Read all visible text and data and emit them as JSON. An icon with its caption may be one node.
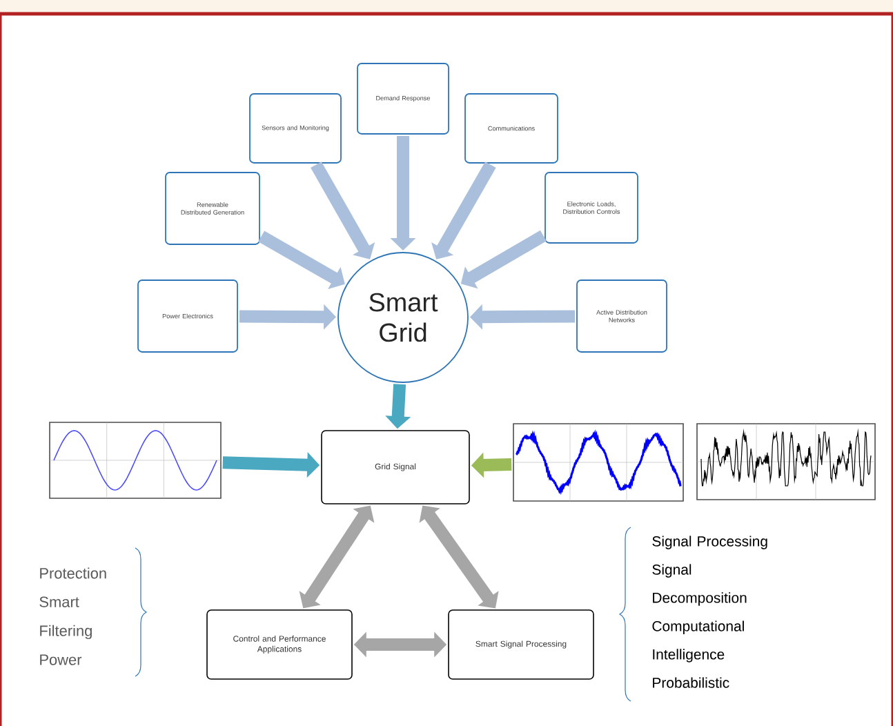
{
  "diagram": {
    "nodes": [
      {
        "text": [
          "Power Electronics"
        ]
      },
      {
        "text": [
          "Renewable Distributed Generation"
        ]
      },
      {
        "text": [
          "Sensors and Monitoring"
        ]
      },
      {
        "text": [
          "Demand Response"
        ]
      },
      {
        "text": [
          "Communications"
        ]
      },
      {
        "text": [
          "Electronic Loads, Distribution Controls"
        ]
      },
      {
        "text": [
          "Active Distribution Networks"
        ]
      },
      {
        "text": [
          "Smart Grid"
        ]
      },
      {
        "text": [],
        "shape": "picture"
      },
      {
        "text": [
          "Grid Signal"
        ]
      },
      {
        "text": [],
        "shape": "picture"
      },
      {
        "text": [],
        "shape": "picture"
      },
      {
        "text": [
          "Control and Performance Applications"
        ]
      },
      {
        "text": [
          "Smart Signal Processing"
        ]
      }
    ],
    "edges": [
      {
        "from": 0,
        "to": 7,
        "arrow": "to"
      },
      {
        "from": 1,
        "to": 7,
        "arrow": "to"
      },
      {
        "from": 2,
        "to": 7,
        "arrow": "to"
      },
      {
        "from": 3,
        "to": 7,
        "arrow": "to"
      },
      {
        "from": 4,
        "to": 7,
        "arrow": "to"
      },
      {
        "from": 5,
        "to": 7,
        "arrow": "to"
      },
      {
        "from": 6,
        "to": 7,
        "arrow": "to"
      },
      {
        "from": 7,
        "to": 9,
        "arrow": "to",
        "color": "#4aa8c0"
      },
      {
        "from": 8,
        "to": 9,
        "arrow": "to",
        "color": "#4aa8c0"
      },
      {
        "from": 10,
        "to": 9,
        "arrow": "to",
        "color": "#9bbb59"
      },
      {
        "from": 9,
        "to": 12,
        "arrow": "both",
        "color": "#a6a6a6"
      },
      {
        "from": 9,
        "to": 13,
        "arrow": "both",
        "color": "#a6a6a6"
      },
      {
        "from": 12,
        "to": 13,
        "arrow": "both",
        "color": "#a6a6a6"
      }
    ],
    "labels": [
      "Protection",
      "Smart Filtering",
      "Power",
      "Signal Processing",
      "Signal Decomposition",
      "Computational Intelligence",
      "Probabilistic"
    ]
  }
}
